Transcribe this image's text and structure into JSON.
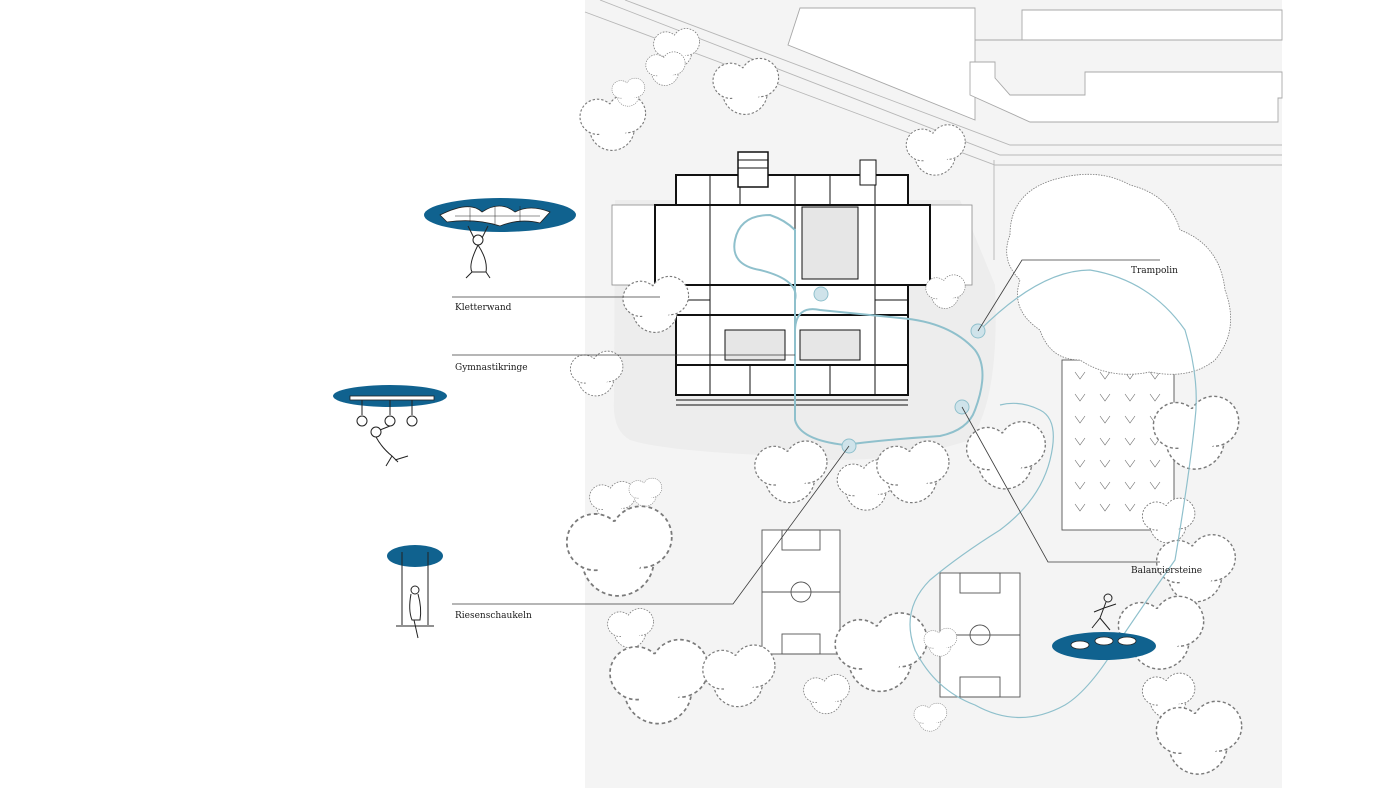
{
  "labels": {
    "kletterwand": "Kletterwand",
    "gymnastikringe": "Gymnastikringe",
    "riesenschaukeln": "Riesenschaukeln",
    "trampolin": "Trampolin",
    "balanciersteine": "Balanciersteine"
  },
  "colors": {
    "accent_blue": "#10628f",
    "path_teal": "#8fc0cc",
    "ground": "#f4f4f4",
    "line": "#3c3c3c"
  }
}
